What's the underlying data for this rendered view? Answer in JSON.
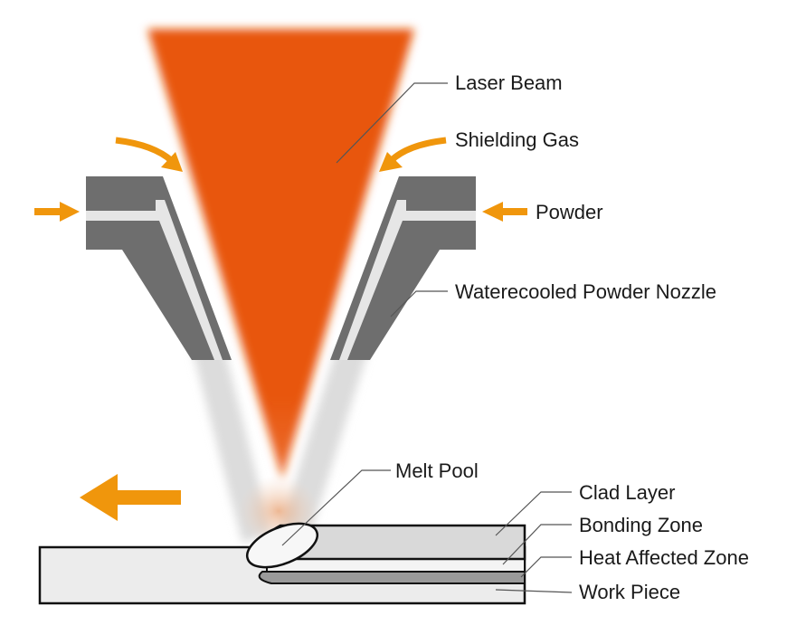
{
  "labels": {
    "laser_beam": "Laser Beam",
    "shielding_gas": "Shielding Gas",
    "powder": "Powder",
    "nozzle": "Waterecooled Powder Nozzle",
    "melt_pool": "Melt Pool",
    "clad_layer": "Clad Layer",
    "bonding_zone": "Bonding Zone",
    "heat_affected_zone": "Heat Affected Zone",
    "work_piece": "Work Piece"
  },
  "colors": {
    "laser": "#e8560a",
    "arrow": "#f0960c",
    "nozzle": "#6e6e6e",
    "powder_stream": "#dcdcdc",
    "workpiece_fill": "#ececec",
    "clad_fill": "#d9d9d9",
    "haz_fill": "#9a9a9a",
    "outline": "#111111",
    "leader": "#555555"
  }
}
